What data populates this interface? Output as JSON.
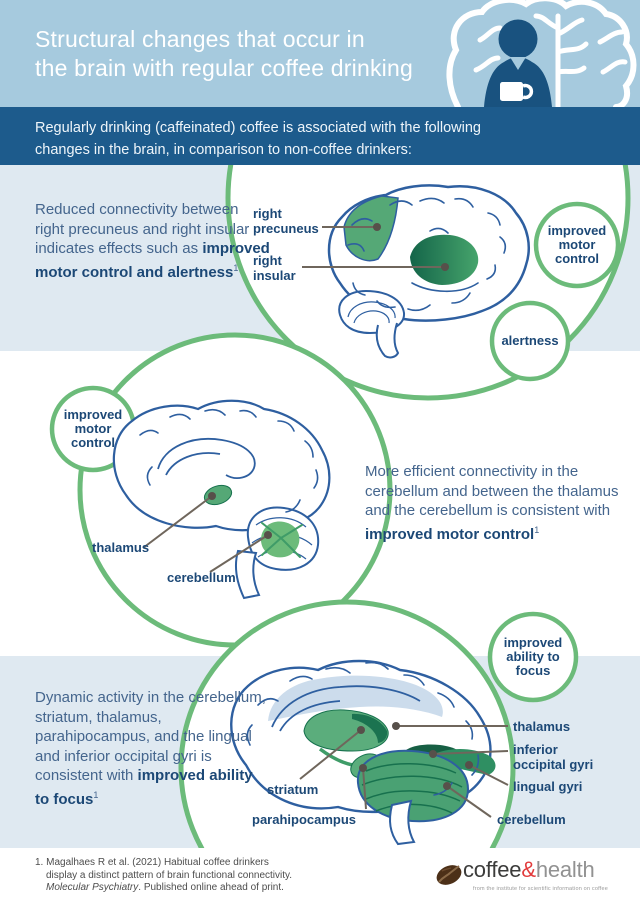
{
  "header": {
    "title_line1": "Structural changes that occur in",
    "title_line2": "the brain with regular coffee drinking"
  },
  "intro": {
    "line1": "Regularly drinking (caffeinated) coffee is associated with the following",
    "line2": "changes in the brain, in comparison to non-coffee drinkers:"
  },
  "section1": {
    "text_pre": "Reduced connectivity between right precuneus and right insular indicates effects such as ",
    "text_bold": "improved motor control and alertness",
    "text_sup": "1",
    "label_precuneus": "right precuneus",
    "label_insular": "right insular",
    "bubble_motor": "improved motor control",
    "bubble_alertness": "alertness"
  },
  "section2": {
    "bubble_motor": "improved motor control",
    "label_thalamus": "thalamus",
    "label_cerebellum": "cerebellum",
    "text_pre": "More efficient connectivity in the cerebellum and between the thalamus and the cerebellum is consistent with ",
    "text_bold": "improved motor control",
    "text_sup": "1"
  },
  "section3": {
    "text_pre": "Dynamic activity in the cerebellum, striatum, thalamus, parahipocampus, and the lingual and inferior occipital gyri is consistent with ",
    "text_bold": "improved ability to focus",
    "text_sup": "1",
    "bubble_focus": "improved ability to focus",
    "label_striatum": "striatum",
    "label_parahipocampus": "parahipocampus",
    "label_thalamus": "thalamus",
    "label_inferior_occipital": "inferior occipital gyri",
    "label_lingual": "lingual gyri",
    "label_cerebellum": "cerebellum"
  },
  "footer": {
    "reference_line1": "1. Magalhaes R et al. (2021) Habitual coffee drinkers",
    "reference_line2": "display a distinct pattern of brain functional connectivity.",
    "reference_journal": "Molecular Psychiatry",
    "reference_line3_rest": ". Published online ahead of print.",
    "logo_word1": "coffee",
    "logo_amp": "&",
    "logo_word2": "health",
    "logo_tagline": "from the institute for scientific information on coffee"
  },
  "colors": {
    "header_bg": "#a6cade",
    "bar_bg": "#1d5b8c",
    "panel_bg": "#dfe9f1",
    "circle_green": "#6cbb7a",
    "region_green": "#55a876",
    "region_dark_green": "#1b7350",
    "navy_text": "#1c4876",
    "body_text": "#44658d",
    "brain_outline": "#2e5fa0",
    "logo_red": "#e23b3c"
  }
}
